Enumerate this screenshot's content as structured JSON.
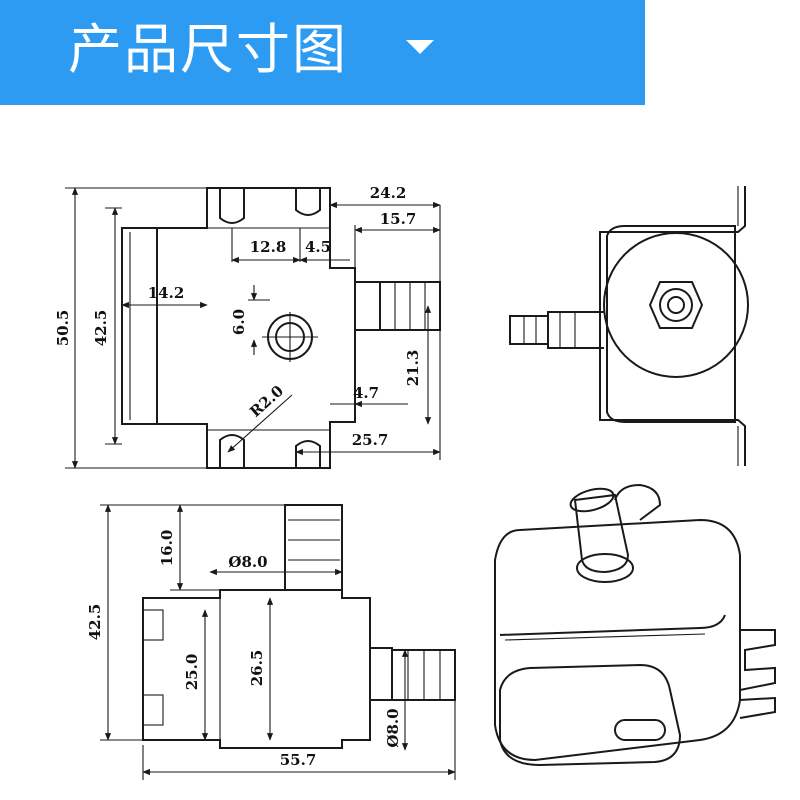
{
  "colors": {
    "banner_bg": "#2e9bf2",
    "line": "#1a1a1a"
  },
  "banner": {
    "title": "产品尺寸图",
    "icon": "caret-down-icon"
  },
  "top_view": {
    "dims": {
      "height_total": "50.5",
      "height_body": "42.5",
      "width_top": "24.2",
      "width_right": "15.7",
      "w_12_8": "12.8",
      "w_4_5": "4.5",
      "w_14_2": "14.2",
      "h_6_0": "6.0",
      "h_21_3": "21.3",
      "radius": "R2.0",
      "w_4_7": "4.7",
      "width_bottom": "25.7"
    }
  },
  "side_view": {
    "dims": {
      "height_total": "42.5",
      "outlet_height": "16.0",
      "outlet_dia": "Ø8.0",
      "h_25_0": "25.0",
      "h_26_5": "26.5",
      "inlet_dia": "Ø8.0",
      "width_total": "55.7"
    }
  }
}
